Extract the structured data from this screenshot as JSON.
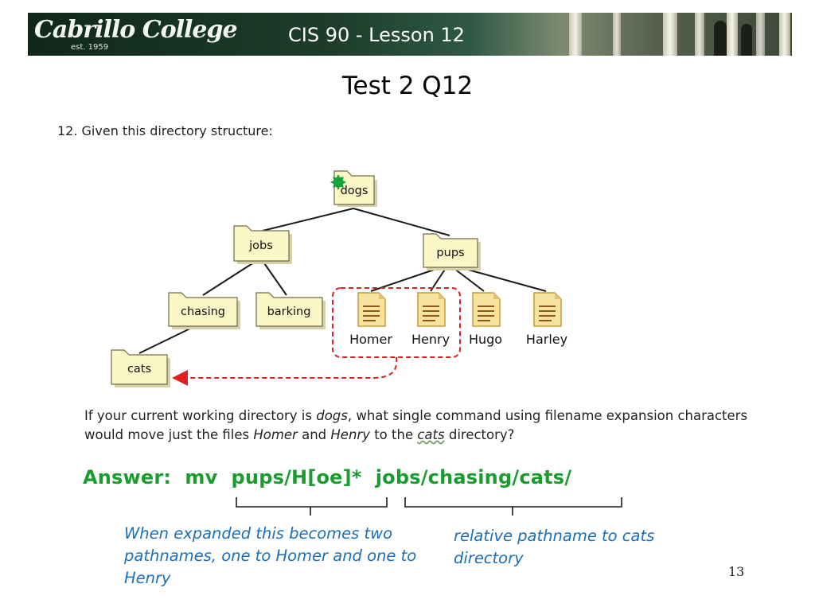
{
  "header": {
    "brand": "Cabrillo College",
    "established": "est. 1959",
    "course": "CIS 90 - Lesson 12"
  },
  "slide": {
    "title": "Test 2 Q12",
    "page_number": "13"
  },
  "question": {
    "text": "12. Given this directory structure:",
    "prompt_parts": [
      "If your current working directory is ",
      "dogs",
      ", what single command using filename expansion characters would move just the files ",
      "Homer",
      " and ",
      "Henry",
      " to the ",
      "cats",
      " directory?"
    ]
  },
  "tree": {
    "folders": [
      "dogs",
      "jobs",
      "pups",
      "chasing",
      "barking",
      "cats"
    ],
    "files": [
      "Homer",
      "Henry",
      "Hugo",
      "Harley"
    ]
  },
  "answer": {
    "label": "Answer:",
    "command": "mv",
    "glob": "pups/H[oe]*",
    "destination": "jobs/chasing/cats/"
  },
  "notes": {
    "glob_note": "When expanded this becomes two pathnames, one to Homer and one to Henry",
    "destination_note": "relative pathname to cats directory"
  },
  "colors": {
    "answer_green": "#1a9c2e",
    "note_blue": "#1a6fb8",
    "highlight_red": "#e02020",
    "folder_fill": "#fbf6c6",
    "marker_green": "#15a43a"
  }
}
